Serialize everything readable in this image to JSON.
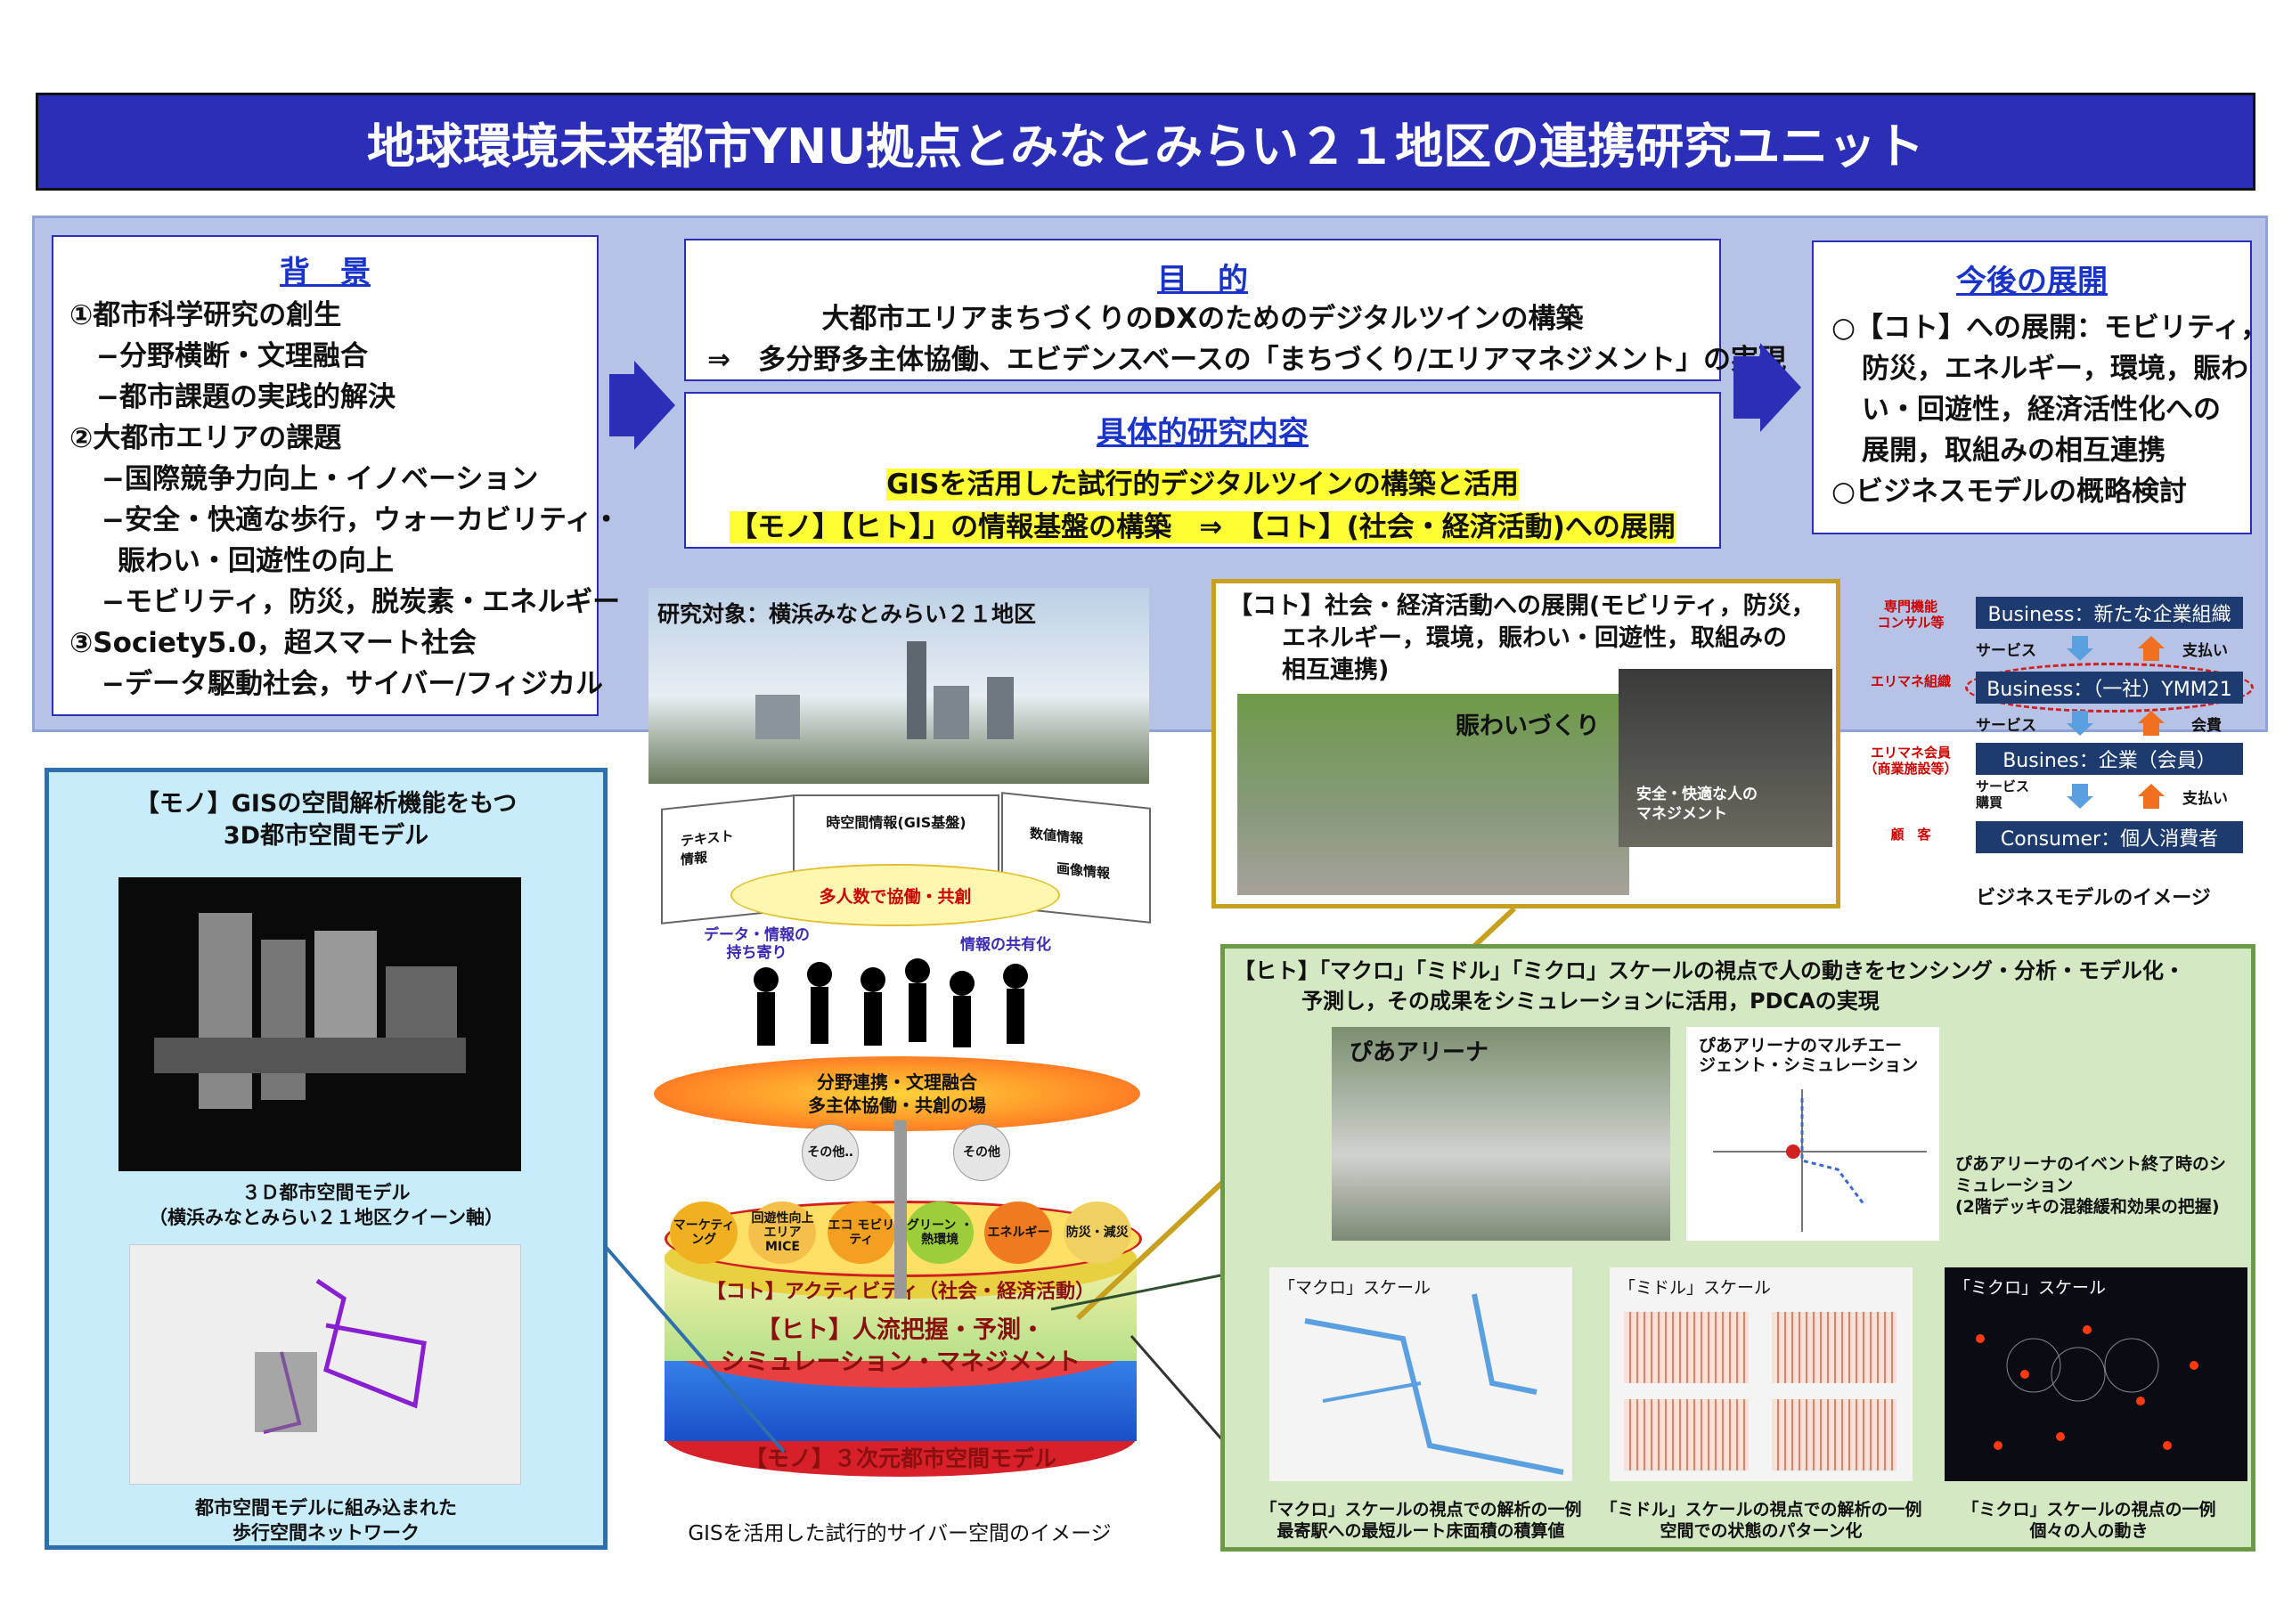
{
  "title": "地球環境未来都市YNU拠点とみなとみらい２１地区の連携研究ユニット",
  "background": {
    "header": "背　景",
    "lines": [
      "①都市科学研究の創生",
      "−分野横断・文理融合",
      "−都市課題の実践的解決",
      "②大都市エリアの課題",
      "−国際競争力向上・イノベーション",
      "−安全・快適な歩行，ウォーカビリティ・",
      "賑わい・回遊性の向上",
      "−モビリティ，防災，脱炭素・エネルギー",
      "③Society5.0，超スマート社会",
      "−データ駆動社会，サイバー/フィジカル"
    ]
  },
  "purpose": {
    "header": "目　的",
    "line1": "大都市エリアまちづくりのDXのためのデジタルツインの構築",
    "line2": "⇒　多分野多主体協働、エビデンスベースの「まちづくり/エリアマネジメント」の実現"
  },
  "research": {
    "header": "具体的研究内容",
    "line1": "GISを活用した試行的デジタルツインの構築と活用",
    "line2": "【モノ】【ヒト】」の情報基盤の構築　⇒　【コト】(社会・経済活動)への展開"
  },
  "future": {
    "header": "今後の展開",
    "lines": [
      "○【コト】への展開：モビリティ，",
      "防災，エネルギー，環境，賑わ",
      "い・回遊性，経済活性化への",
      "展開，取組みの相互連携",
      "○ビジネスモデルの概略検討"
    ]
  },
  "mono_panel": {
    "title_line1": "【モノ】GISの空間解析機能をもつ",
    "title_line2": "3D都市空間モデル",
    "caption1_line1": "３Ｄ都市空間モデル",
    "caption1_line2": "（横浜みなとみらい２１地区クイーン軸）",
    "caption2_line1": "都市空間モデルに組み込まれた",
    "caption2_line2": "歩行空間ネットワーク"
  },
  "center": {
    "photo_label": "研究対象：横浜みなとみらい２１地区",
    "card_text": "テキスト\n情報",
    "card_spatial": "時空間情報(GIS基盤)",
    "card_numeric": "数値情報",
    "card_image": "画像情報",
    "collab": "多人数で協働・共創",
    "data_bring": "データ・情報の\n持ち寄り",
    "info_share": "情報の共有化",
    "field_line1": "分野連携・文理融合",
    "field_line2": "多主体協働・共創の場",
    "other1": "その他‥",
    "other2": "その他",
    "chips": [
      "マーケティング",
      "回遊性向上\nエリアMICE",
      "エコ\nモビリティ",
      "グリーン\n・熱環境",
      "エネルギー",
      "防災・減災"
    ],
    "koto": "【コト】アクティビティ（社会・経済活動）",
    "hito_line1": "【ヒト】人流把握・予測・",
    "hito_line2": "シミュレーション・マネジメント",
    "mono": "【モノ】３次元都市空間モデル",
    "caption": "GISを活用した試行的サイバー空間のイメージ"
  },
  "koto_panel": {
    "line1": "【コト】社会・経済活動への展開(モビリティ，防災，",
    "line2": "エネルギー，環境，賑わい・回遊性，取組みの",
    "line3": "相互連携)",
    "photo1_label": "賑わいづくり",
    "photo2_label": "安全・快適な人の\nマネジメント"
  },
  "business_model": {
    "label_expert": "専門機能\nコンサル等",
    "label_areamane": "エリマネ組織",
    "label_member": "エリマネ会員\n（商業施設等）",
    "label_customer": "顧　客",
    "box1": "Business：新たな企業組織",
    "box2": "Business：（一社）YMM21",
    "box3": "Busines：企業（会員）",
    "box4": "Consumer：個人消費者",
    "service": "サービス",
    "pay": "支払い",
    "fee": "会費",
    "service_buy": "サービス\n購買",
    "caption": "ビジネスモデルのイメージ"
  },
  "hito_panel": {
    "line1": "【ヒト】「マクロ」「ミドル」「ミクロ」スケールの視点で人の動きをセンシング・分析・モデル化・",
    "line2": "予測し，その成果をシミュレーションに活用，PDCAの実現",
    "pia_label": "ぴあアリーナ",
    "sim_label": "ぴあアリーナのマルチエー\nジェント・シミュレーション",
    "sim_caption": "ぴあアリーナのイベント終了時のシ\nミュレーション\n(2階デッキの混雑緩和効果の把握)",
    "macro_label": "「マクロ」スケール",
    "middle_label": "「ミドル」スケール",
    "micro_label": "「ミクロ」スケール",
    "macro_caption": "「マクロ」スケールの視点での解析の一例\n最寄駅への最短ルート床面積の積算値",
    "middle_caption": "「ミドル」スケールの視点での解析の一例\n空間での状態のパターン化",
    "micro_caption": "「ミクロ」スケールの視点の一例\n個々の人の動き"
  },
  "colors": {
    "title_bg": "#2b2fb8",
    "accent_blue": "#1a33c8",
    "highlight": "#ffff33",
    "mono_panel": "#c9ecfa",
    "hito_panel": "#d3e8c3",
    "koto_border": "#c8a020"
  }
}
